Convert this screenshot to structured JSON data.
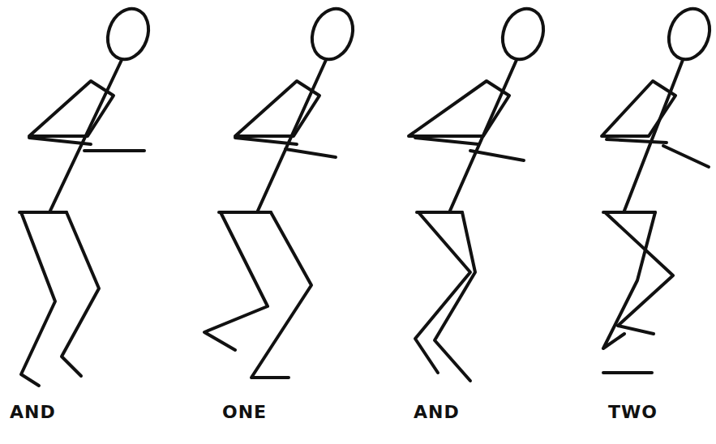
{
  "diagram": {
    "labels": [
      "AND",
      "ONE",
      "AND",
      "TWO"
    ]
  }
}
